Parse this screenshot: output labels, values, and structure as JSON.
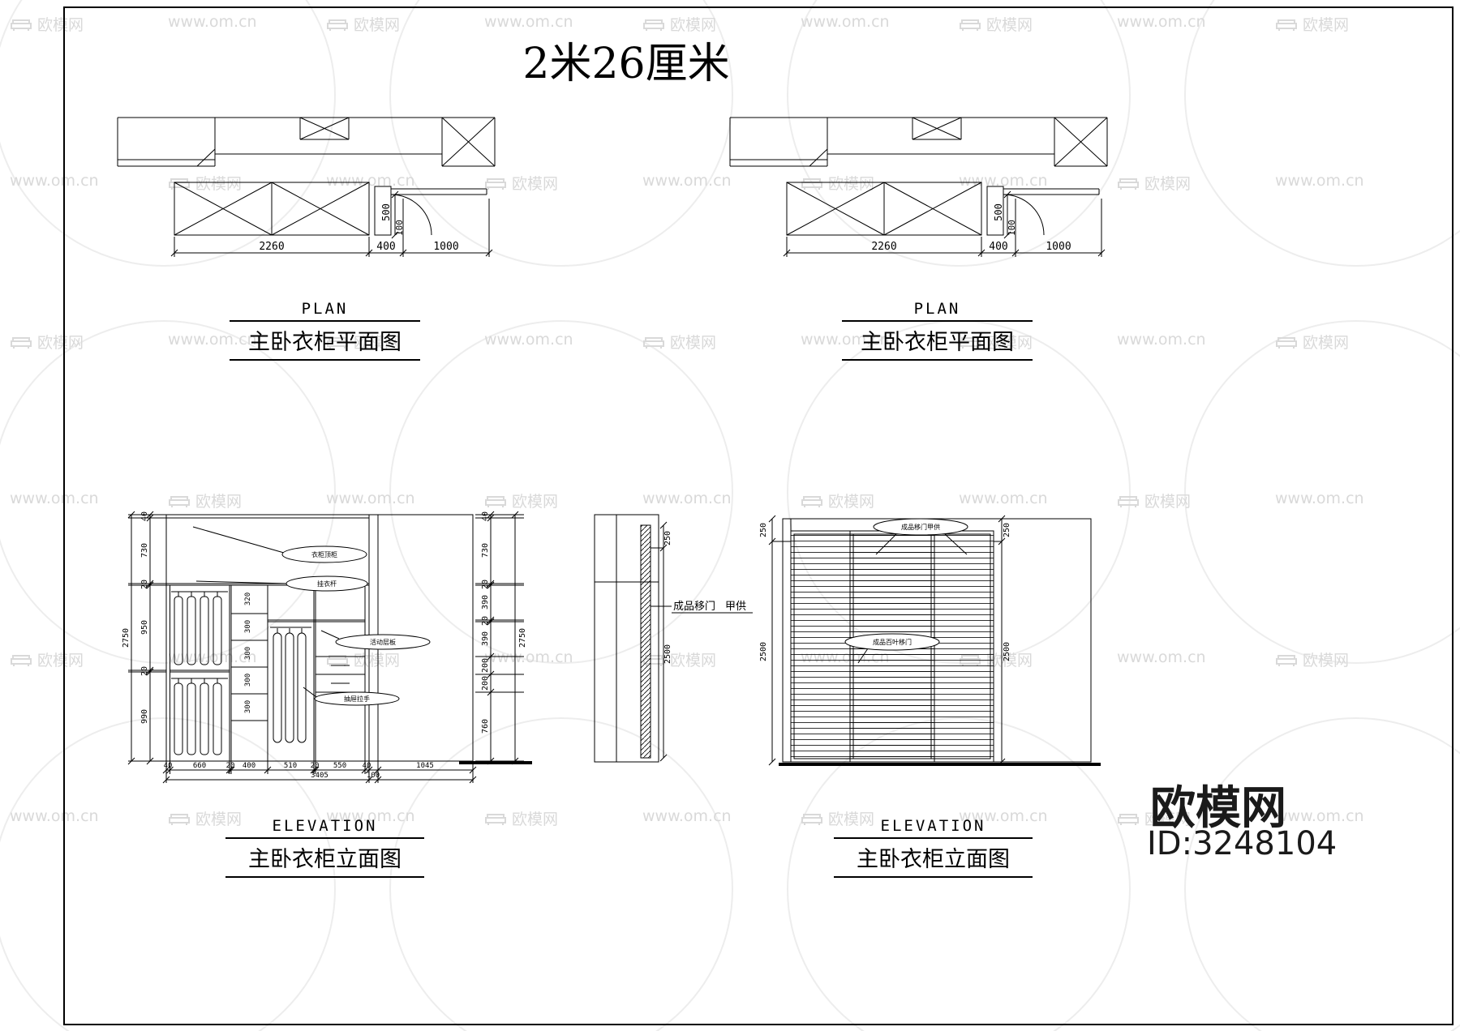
{
  "title": "2米26厘米",
  "watermark": {
    "brand": "欧模网",
    "url": "www.om.cn"
  },
  "logo": {
    "brand": "欧模网",
    "id_text": "ID:3248104"
  },
  "plan": {
    "label_en": "PLAN",
    "label_cn": "主卧衣柜平面图",
    "dims": {
      "w_main": "2260",
      "w_door": "400",
      "w_counter": "1000",
      "d_depth": "500",
      "d_gap": "100"
    }
  },
  "elevation": {
    "label_en": "ELEVATION",
    "label_cn": "主卧衣柜立面图"
  },
  "elev_left": {
    "overall_left": "2750",
    "overall_right": "2750",
    "left_chain": [
      "40",
      "730",
      "20",
      "950",
      "20",
      "990"
    ],
    "right_chain": [
      "40",
      "730",
      "20",
      "390",
      "20",
      "390",
      "200",
      "200",
      "760"
    ],
    "shelf_labels": [
      "320",
      "300",
      "300",
      "300",
      "300"
    ],
    "bottom_chain": [
      "40",
      "660",
      "20",
      "400",
      "510",
      "20",
      "550",
      "40"
    ],
    "bottom_gap": "100",
    "bottom_panel": "1045",
    "bottom_overall": "3405",
    "notes": [
      "衣柜顶柜",
      "挂衣杆",
      "活动层板",
      "抽屉拉手"
    ]
  },
  "section": {
    "dim_top": "250",
    "dim_main": "2500",
    "note_door": "成品移门",
    "note_supply": "甲供"
  },
  "elev_right": {
    "dim_top": "250",
    "dim_main": "2500",
    "note_top": "成品移门甲供",
    "note_mid": "成品百叶移门"
  }
}
